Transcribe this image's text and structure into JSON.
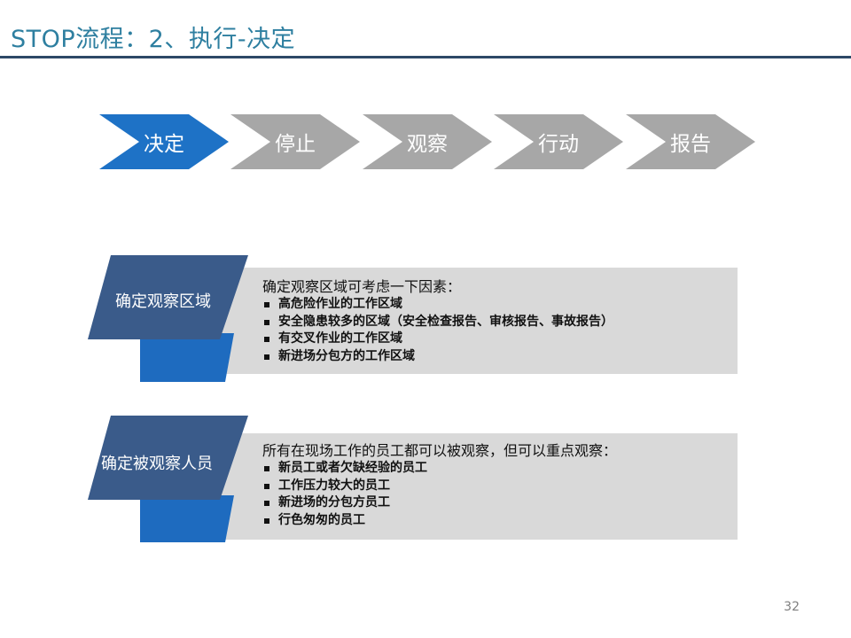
{
  "title": "STOP流程：2、执行-决定",
  "steps": [
    {
      "label": "决定",
      "state": "active"
    },
    {
      "label": "停止",
      "state": "inactive"
    },
    {
      "label": "观察",
      "state": "inactive"
    },
    {
      "label": "行动",
      "state": "inactive"
    },
    {
      "label": "报告",
      "state": "inactive"
    }
  ],
  "panels": [
    {
      "label": "确定观察区域",
      "intro": "确定观察区域可考虑一下因素：",
      "items": [
        "高危险作业的工作区域",
        "安全隐患较多的区域（安全检查报告、审核报告、事故报告）",
        "有交叉作业的工作区域",
        "新进场分包方的工作区域"
      ]
    },
    {
      "label": "确定被观察人员",
      "intro": "所有在现场工作的员工都可以被观察，但可以重点观察：",
      "items": [
        "新员工或者欠缺经验的员工",
        "工作压力较大的员工",
        "新进场的分包方员工",
        "行色匆匆的员工"
      ]
    }
  ],
  "page_number": "32",
  "colors": {
    "title": "#2e7fa0",
    "rule": "#2d4866",
    "active_step": "#1e72c6",
    "inactive_step": "#a7a7a7",
    "label_dark": "#3a5b8a",
    "label_blue": "#1e6bbf",
    "panel_bg": "#d9d9d9"
  }
}
